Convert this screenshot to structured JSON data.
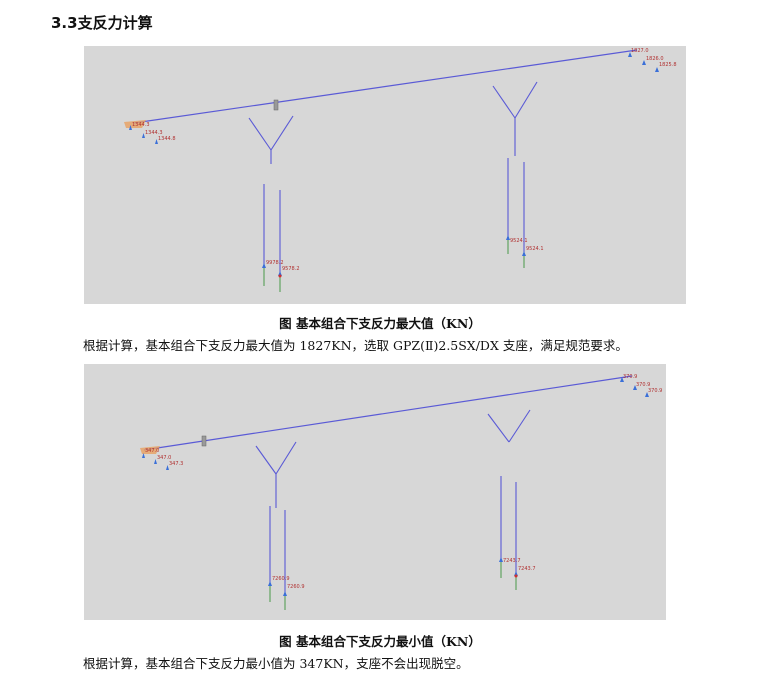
{
  "section": {
    "heading": "3.3支反力计算"
  },
  "figure_max": {
    "caption": "图 基本组合下支反力最大值（KN）",
    "labels": {
      "left_top": "1344.3",
      "left_mid": "1344.3",
      "left_bot": "1344.8",
      "pier1_a": "9978.2",
      "pier1_b": "9578.2",
      "pier2_a": "9524.1",
      "pier2_b": "9524.1",
      "right_top": "1827.0",
      "right_mid": "1826.0",
      "right_bot": "1825.8"
    }
  },
  "paragraph_max": "根据计算，基本组合下支反力最大值为 1827KN，选取 GPZ(Ⅱ)2.5SX/DX 支座，满足规范要求。",
  "figure_min": {
    "caption": "图 基本组合下支反力最小值（KN）",
    "labels": {
      "left_top": "347.0",
      "left_mid": "347.0",
      "left_bot": "347.3",
      "pier1_a": "7260.9",
      "pier1_b": "7260.9",
      "pier2_a": "7243.7",
      "pier2_b": "7243.7",
      "right_top": "370.9",
      "right_mid": "370.9",
      "right_bot": "370.9"
    }
  },
  "paragraph_min": "根据计算，基本组合下支反力最小值为 347KN，支座不会出现脱空。",
  "colors": {
    "background": "#d7d7d7",
    "deck_line": "#5a5ad6",
    "support_arrow": "#3a6fd8",
    "label": "#b03030",
    "left_marker": "#e8a060"
  }
}
